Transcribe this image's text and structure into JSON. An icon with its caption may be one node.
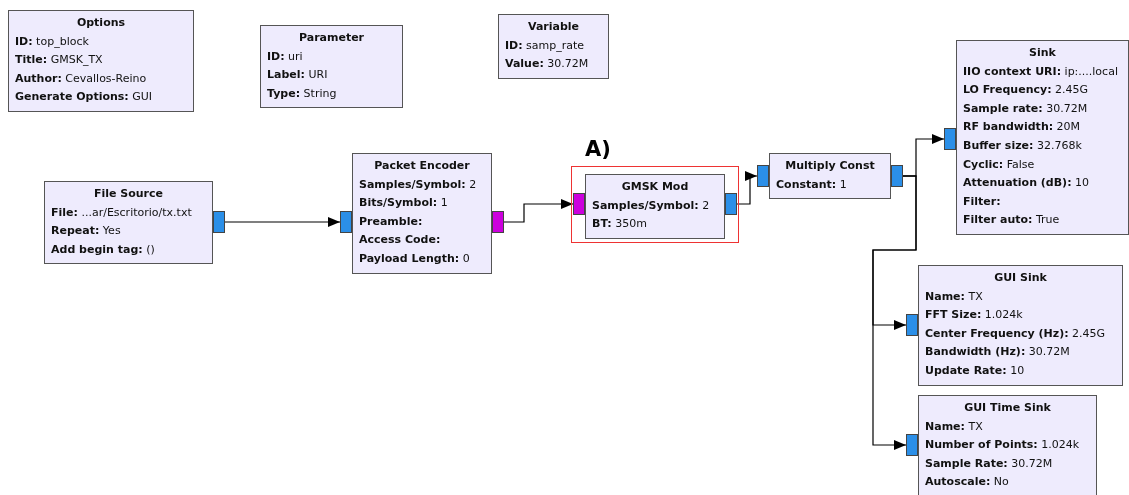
{
  "diagram": {
    "nodes": [
      {
        "text": [
          "Options",
          "**ID:** top_block",
          "**Title:** GMSK_TX",
          "**Author:** Cevallos-Reino",
          "**Generate Options:** GUI"
        ]
      },
      {
        "text": [
          "Parameter",
          "**ID:** uri",
          "**Label:** URI",
          "**Type:** String"
        ]
      },
      {
        "text": [
          "Variable",
          "**ID:** samp_rate",
          "**Value:** 30.72M"
        ]
      },
      {
        "text": [
          "File Source",
          "**File:** ...ar/Escritorio/tx.txt",
          "**Repeat:** Yes",
          "**Add begin tag:** ()"
        ]
      },
      {
        "text": [
          "Packet Encoder",
          "**Samples/Symbol:** 2",
          "**Bits/Symbol:** 1",
          "**Preamble:**",
          "**Access Code:**",
          "**Payload Length:** 0"
        ]
      },
      {
        "text": [
          "A)"
        ]
      },
      {
        "text": [
          "GMSK Mod",
          "**Samples/Symbol:** 2",
          "**BT:** 350m"
        ],
        "in": 5
      },
      {
        "text": [
          "Multiply Const",
          "**Constant:** 1"
        ]
      },
      {
        "text": [
          "Sink",
          "**IIO context URI:** ip:....local",
          "**LO Frequency:** 2.45G",
          "**Sample rate:** 30.72M",
          "**RF bandwidth:** 20M",
          "**Buffer size:** 32.768k",
          "**Cyclic:** False",
          "**Attenuation (dB):** 10",
          "**Filter:**",
          "**Filter auto:** True"
        ]
      },
      {
        "text": [
          "GUI Sink",
          "**Name:** TX",
          "**FFT Size:** 1.024k",
          "**Center Frequency (Hz):** 2.45G",
          "**Bandwidth (Hz):** 30.72M",
          "**Update Rate:** 10"
        ]
      },
      {
        "text": [
          "GUI Time Sink",
          "**Name:** TX",
          "**Number of Points:** 1.024k",
          "**Sample Rate:** 30.72M",
          "**Autoscale:** No"
        ]
      }
    ],
    "edges": [
      {
        "from": 3,
        "to": 4,
        "arrow": "to"
      },
      {
        "from": 4,
        "to": 6,
        "arrow": "to"
      },
      {
        "from": 6,
        "to": 7,
        "arrow": "to"
      },
      {
        "from": 7,
        "to": 8,
        "arrow": "to"
      },
      {
        "from": 7,
        "to": 9,
        "arrow": "to"
      },
      {
        "from": 7,
        "to": 10,
        "arrow": "to"
      }
    ]
  }
}
